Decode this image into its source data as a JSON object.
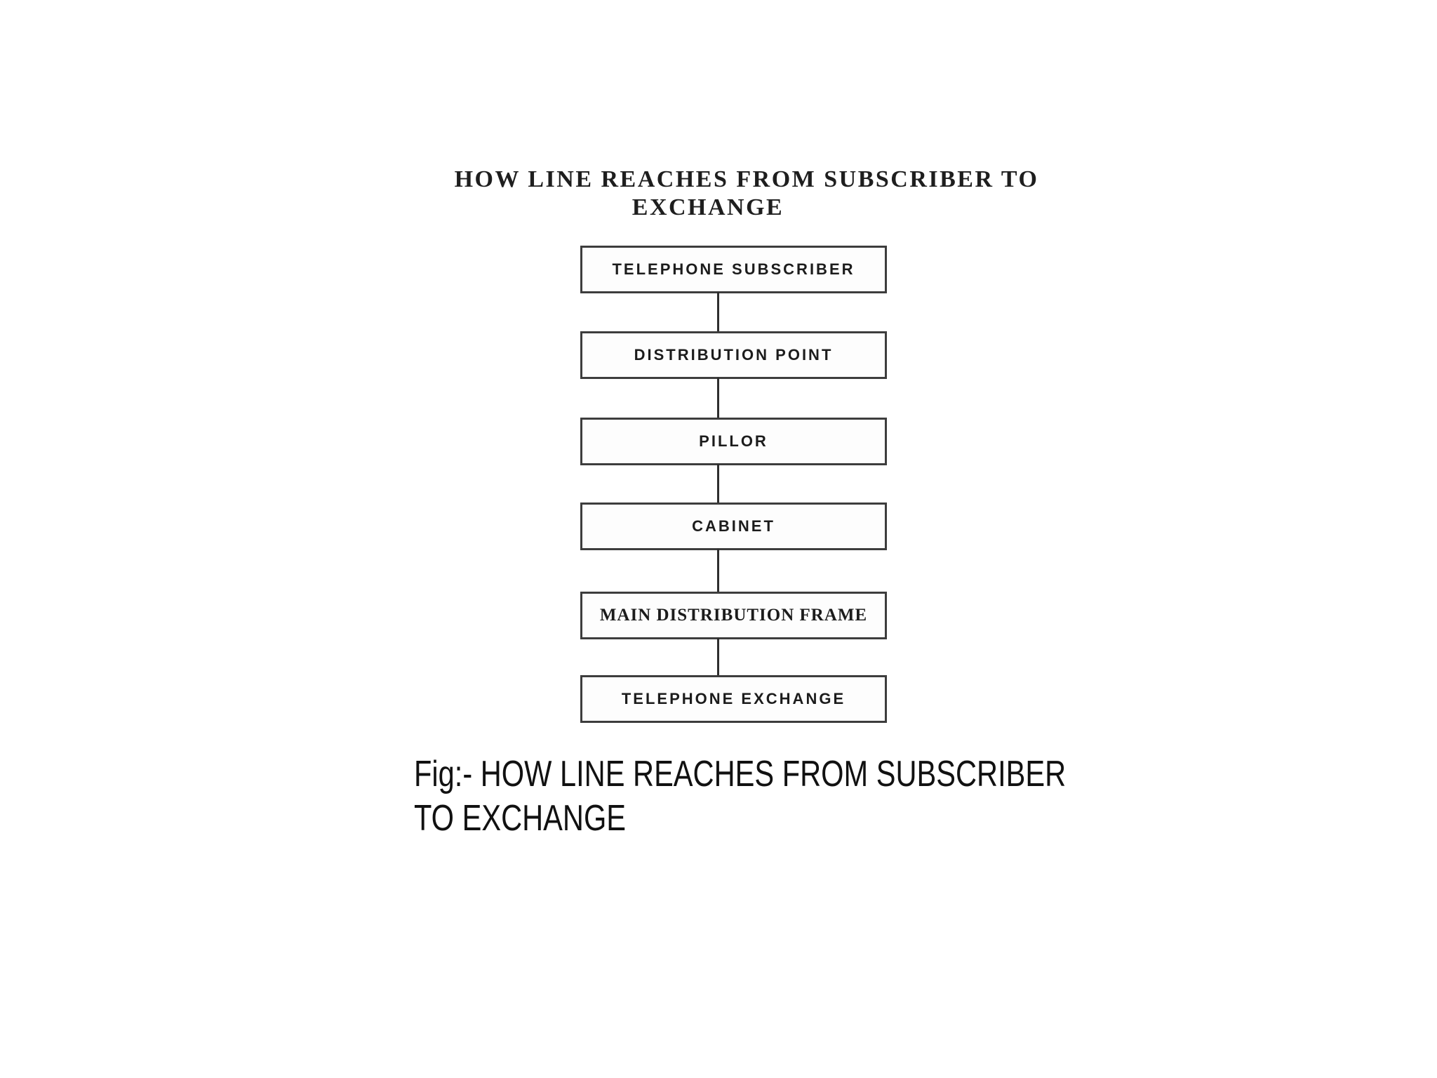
{
  "figure": {
    "title": {
      "line1": "HOW LINE REACHES FROM SUBSCRIBER TO",
      "line2": "EXCHANGE"
    },
    "nodes": [
      {
        "label": "TELEPHONE SUBSCRIBER"
      },
      {
        "label": "DISTRIBUTION POINT"
      },
      {
        "label": "PILLOR"
      },
      {
        "label": "CABINET"
      },
      {
        "label": "MAIN DISTRIBUTION FRAME"
      },
      {
        "label": "TELEPHONE EXCHANGE"
      }
    ],
    "flow_order": "TELEPHONE SUBSCRIBER > DISTRIBUTION POINT > PILLOR > CABINET > MAIN DISTRIBUTION FRAME > TELEPHONE EXCHANGE",
    "caption": {
      "line1": "Fig:- HOW LINE REACHES FROM SUBSCRIBER",
      "line2": "TO EXCHANGE"
    }
  },
  "colors": {
    "background": "#ffffff",
    "box_border": "#3d3d3d",
    "connector": "#2e2e2e",
    "text": "#1c1c1c"
  }
}
